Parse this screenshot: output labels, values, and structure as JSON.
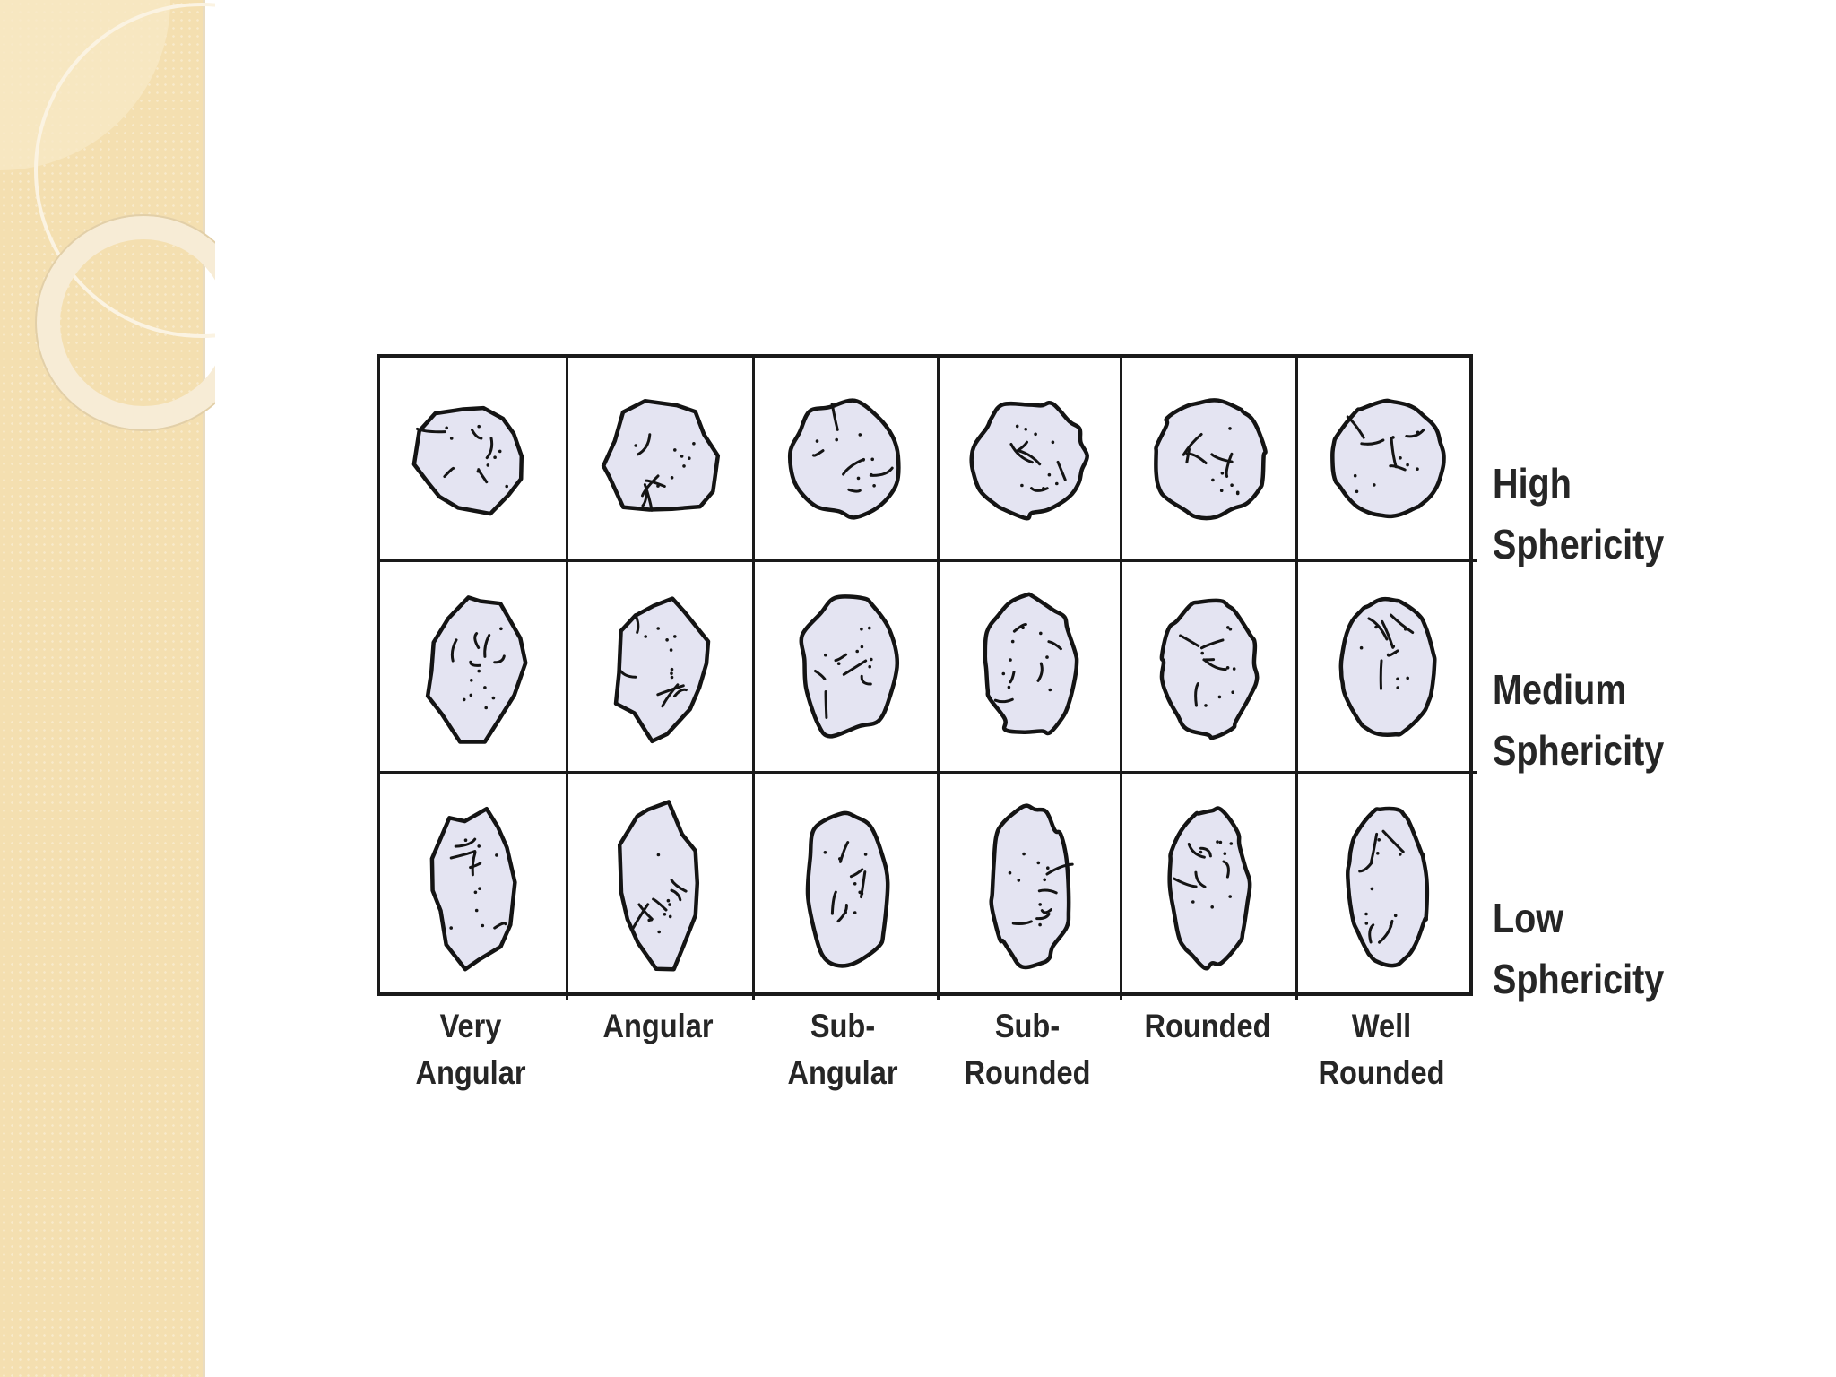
{
  "diagram": {
    "columns": [
      {
        "label": "Very\nAngular"
      },
      {
        "label": "Angular"
      },
      {
        "label": "Sub-\nAngular"
      },
      {
        "label": "Sub-\nRounded"
      },
      {
        "label": "Rounded"
      },
      {
        "label": "Well\nRounded"
      }
    ],
    "rows": [
      {
        "label": "High\nSphericity"
      },
      {
        "label": "Medium\nSphericity"
      },
      {
        "label": "Low\nSphericity"
      }
    ]
  },
  "colors": {
    "background_band": "#f4dfb0",
    "grain_fill": "#e4e4f2",
    "ink": "#141414"
  }
}
